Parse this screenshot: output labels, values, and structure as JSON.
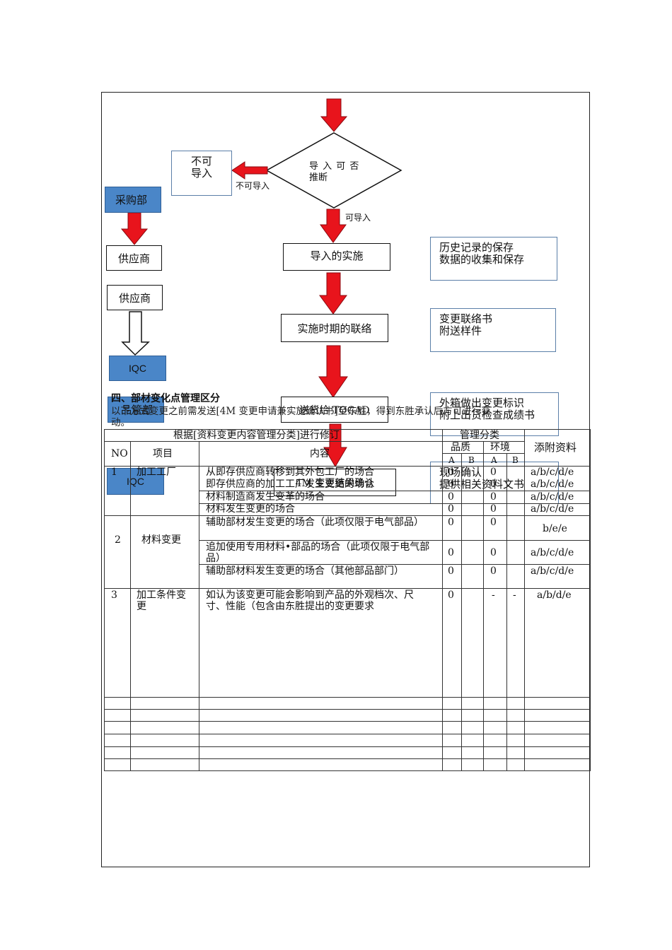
{
  "flow": {
    "diamond_line1": "导 入 可 否",
    "diamond_line2": "推断",
    "reject_box_line1": "不可",
    "reject_box_line2": "导入",
    "reject_arrow_label": "不可导入",
    "accept_arrow_label": "可导入",
    "step_implement": "导入的实施",
    "step_contact": "实施时期的联络",
    "step_send": "送货给 TOCAD",
    "step_review": "4M 变更结果确认",
    "purchasing": "采购部",
    "supplier_a": "供应商",
    "supplier_b": "供应商",
    "iqc_a": "IQC",
    "quality": "品管部",
    "iqc_b": "IQC",
    "side_history_1": "历史记录的保存",
    "side_history_2": "数据的收集和保存",
    "side_notice_1": "变更联络书",
    "side_notice_2": "附送样件",
    "side_mark_1": "外箱做出变更标识",
    "side_mark_2": "附上出货检查成绩书",
    "side_confirm_1": "现场确认",
    "side_confirm_2": "提供相关资料文书"
  },
  "section": {
    "heading": "四、部材变化点管理区分",
    "intro": "以下方式变更之前需发送[4M 变更申请兼实施确认书]至东胜，得到东胜承认后方可进行变",
    "intro_cont": "动。"
  },
  "table": {
    "title": "根据[资料变更内容管理分类]进行修订",
    "header": {
      "no": "NO",
      "item": "项目",
      "content": "内容",
      "class": "管理分类",
      "quality": "品质",
      "env": "环境",
      "a": "A",
      "b": "B",
      "attach": "添附资料"
    },
    "rows": [
      {
        "no": "1",
        "item": "加工工厂",
        "content": "从即存供应商转移到其外包工厂的场合",
        "qa": "0",
        "ea": "0",
        "att": "a/b/c/d/e"
      },
      {
        "no": "",
        "item": "",
        "content": "即存供应商的加工工厂发生变更的场合",
        "qa": "0",
        "ea": "0",
        "att": "a/b/c/d/e"
      },
      {
        "no": "",
        "item": "",
        "content": "材料制造商发生变革的场合",
        "qa": "0",
        "ea": "0",
        "att": "a/b/c/d/e"
      },
      {
        "no": "",
        "item": "",
        "content": "材料发生变更的场合",
        "qa": "0",
        "ea": "0",
        "att": "a/b/c/d/e"
      },
      {
        "no": "",
        "item": "",
        "content": "辅助部材发生变更的场合（此项仅限于电气部品）",
        "qa": "0",
        "ea": "0",
        "att": "b/e/e"
      },
      {
        "no": "2",
        "item": "材料变更",
        "content": "追加使用专用材料•部品的场合（此项仅限于电气部品）",
        "qa": "0",
        "ea": "0",
        "att": "a/b/c/d/e"
      },
      {
        "no": "",
        "item": "",
        "content": "辅助部材料发生变更的场合（其他部品部门）",
        "qa": "0",
        "ea": "0",
        "att": "a/b/c/d/e"
      },
      {
        "no": "3",
        "item": "加工条件变更",
        "content": "如认为该变更可能会影响到产品的外观档次、尺寸、性能（包含由东胜提出的变更要求",
        "qa": "0",
        "ea": "-",
        "eb": "-",
        "att": "a/b/d/e"
      }
    ]
  }
}
